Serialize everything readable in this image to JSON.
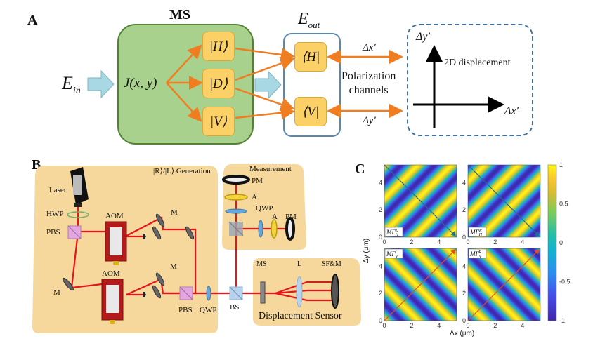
{
  "panel_a": {
    "letter": "A",
    "ms_title": "MS",
    "input_label": "E",
    "input_sub": "in",
    "jones": "J(x, y)",
    "kets": [
      "|H⟩",
      "|D⟩",
      "|V⟩"
    ],
    "output_label": "E",
    "output_sub": "out",
    "bras": [
      "⟨H|",
      "⟨V|"
    ],
    "channel_label_line1": "Polarization",
    "channel_label_line2": "channels",
    "dx_label": "Δx′",
    "dy_label": "Δy′",
    "plot_title": "2D displacement",
    "axis_y": "Δy′",
    "axis_x": "Δx′",
    "colors": {
      "ms_fill": "#a9d18e",
      "ms_border": "#548235",
      "ket_fill": "#fbd167",
      "arrow": "#f07d20",
      "block_arrow": "#a7d8e4",
      "box_border": "#41719c"
    }
  },
  "panel_b": {
    "letter": "B",
    "generation_title": "|R⟩/|L⟩ Generation",
    "measurement_title": "Measurement",
    "sensor_title": "Displacement Sensor",
    "components": {
      "laser": "Laser",
      "hwp": "HWP",
      "pbs1": "PBS",
      "aom1": "AOM",
      "aom2": "AOM",
      "m1": "M",
      "m2": "M",
      "m3": "M",
      "pbs2": "PBS",
      "qwp": "QWP",
      "bs": "BS",
      "pm_top": "PM",
      "a_top": "A",
      "qwp_top": "QWP",
      "a_right": "A",
      "pm_right": "PM",
      "ms": "MS",
      "lens": "L",
      "sfm": "SF&M"
    },
    "colors": {
      "panel_fill": "#f6d89c",
      "beam": "#e8141c",
      "aom": "#b31b1b",
      "pbs": "#e3a6e0"
    }
  },
  "panel_c": {
    "letter": "C",
    "chart_data": {
      "type": "heatmap",
      "xlabel": "Δx (μm)",
      "ylabel": "Δy (μm)",
      "xlim": [
        0,
        5.3
      ],
      "ylim": [
        0,
        5.3
      ],
      "xticks": [
        "0",
        "2",
        "4"
      ],
      "yticks": [
        "0",
        "2",
        "4"
      ],
      "colorbar": {
        "range": [
          -1,
          1
        ],
        "ticks": [
          "1",
          "0.5",
          "0",
          "-0.5",
          "-1"
        ],
        "colormap": "parula"
      },
      "subplots": [
        {
          "label": "MΓ",
          "sub": "H",
          "sup": "L",
          "position": "top-left",
          "stripe_orientation": "ascending",
          "phase": 0.0,
          "arrow": "top-left to bottom-right",
          "arrow_color": "#1f6e95"
        },
        {
          "label": "MΓ",
          "sub": "H",
          "sup": "R",
          "position": "top-right",
          "stripe_orientation": "ascending",
          "phase": 0.5,
          "arrow": "top-left to bottom-right",
          "arrow_color": "#1f6e95"
        },
        {
          "label": "MΓ",
          "sub": "V",
          "sup": "L",
          "position": "bottom-left",
          "stripe_orientation": "descending",
          "phase": 0.0,
          "arrow": "bottom-left to top-right",
          "arrow_color": "#d9531e"
        },
        {
          "label": "MΓ",
          "sub": "V",
          "sup": "R",
          "position": "bottom-right",
          "stripe_orientation": "descending",
          "phase": 0.5,
          "arrow": "bottom-left to top-right",
          "arrow_color": "#d9531e"
        }
      ],
      "period_um": 1.75
    }
  }
}
